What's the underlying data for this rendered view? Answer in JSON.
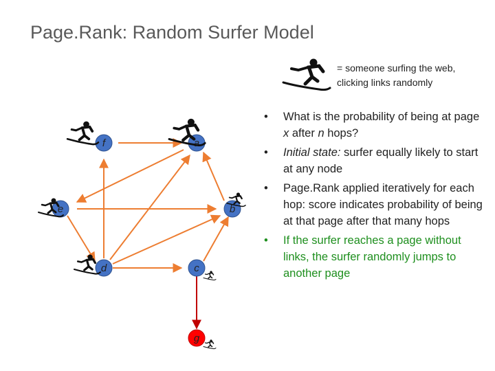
{
  "title": "Page.Rank: Random Surfer Model",
  "legend": {
    "line1": "= someone surfing the web,",
    "line2": "clicking links randomly",
    "icon": "surfer-icon"
  },
  "nodes": {
    "a": "a",
    "b": "b",
    "c": "c",
    "d": "d",
    "e": "e",
    "f": "f",
    "g": "g"
  },
  "colors": {
    "node_fill": "#4472c4",
    "node_stroke": "#2f528f",
    "highlight_node": "#ff0000",
    "edge": "#ed7d31",
    "highlight_edge": "#c00000",
    "green_text": "#1e8f1e"
  },
  "bullets": {
    "b1_pre": "What is the probability of being at page ",
    "b1_x": "x",
    "b1_mid": " after ",
    "b1_n": "n",
    "b1_post": " hops?",
    "b2_em": "Initial state:",
    "b2_rest": " surfer equally likely to start at any node",
    "b3": "Page.Rank applied iteratively for each hop: score indicates probability of being at that page after that many hops",
    "b4": "If the surfer reaches a page without links, the surfer randomly jumps to another page"
  },
  "bullet_symbol": "•"
}
